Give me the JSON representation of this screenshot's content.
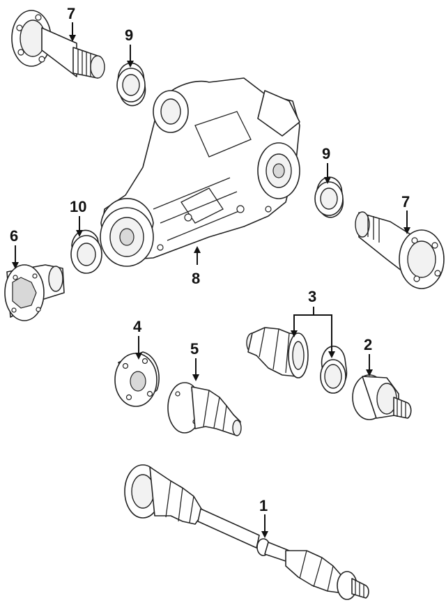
{
  "diagram": {
    "callouts": [
      {
        "id": "axle-shaft",
        "label": "1"
      },
      {
        "id": "outer-cv-joint",
        "label": "2"
      },
      {
        "id": "boot-kit",
        "label": "3"
      },
      {
        "id": "flange",
        "label": "4"
      },
      {
        "id": "inner-boot-joint",
        "label": "5"
      },
      {
        "id": "inner-cv-joint",
        "label": "6"
      },
      {
        "id": "output-shaft-upper",
        "label": "7"
      },
      {
        "id": "output-shaft-right",
        "label": "7"
      },
      {
        "id": "differential",
        "label": "8"
      },
      {
        "id": "seal-upper",
        "label": "9"
      },
      {
        "id": "seal-right",
        "label": "9"
      },
      {
        "id": "seal-left",
        "label": "10"
      }
    ]
  }
}
